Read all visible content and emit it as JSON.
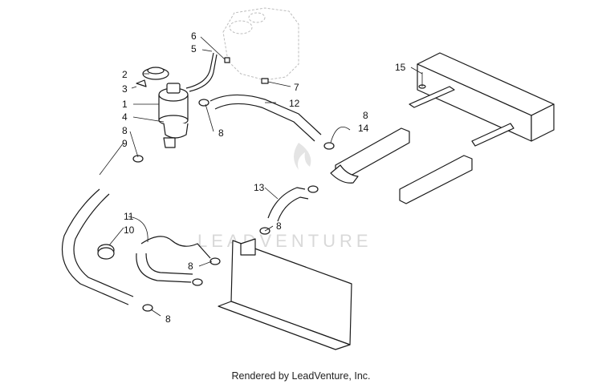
{
  "footer": {
    "text": "Rendered by LeadVenture, Inc."
  },
  "watermark": {
    "text": "LEADVENTURE"
  },
  "callouts": [
    {
      "id": "c1",
      "label": "1"
    },
    {
      "id": "c2",
      "label": "2"
    },
    {
      "id": "c3",
      "label": "3"
    },
    {
      "id": "c4",
      "label": "4"
    },
    {
      "id": "c5",
      "label": "5"
    },
    {
      "id": "c6",
      "label": "6"
    },
    {
      "id": "c7",
      "label": "7"
    },
    {
      "id": "c8a",
      "label": "8"
    },
    {
      "id": "c8b",
      "label": "8"
    },
    {
      "id": "c8c",
      "label": "8"
    },
    {
      "id": "c8d",
      "label": "8"
    },
    {
      "id": "c8e",
      "label": "8"
    },
    {
      "id": "c8f",
      "label": "8"
    },
    {
      "id": "c9",
      "label": "9"
    },
    {
      "id": "c10",
      "label": "10"
    },
    {
      "id": "c11",
      "label": "11"
    },
    {
      "id": "c12",
      "label": "12"
    },
    {
      "id": "c13",
      "label": "13"
    },
    {
      "id": "c14",
      "label": "14"
    },
    {
      "id": "c15",
      "label": "15"
    }
  ],
  "colors": {
    "line": "#1a1a1a",
    "ghost": "#bdbdbd",
    "watermark": "#d9d9d9",
    "background": "#ffffff"
  }
}
